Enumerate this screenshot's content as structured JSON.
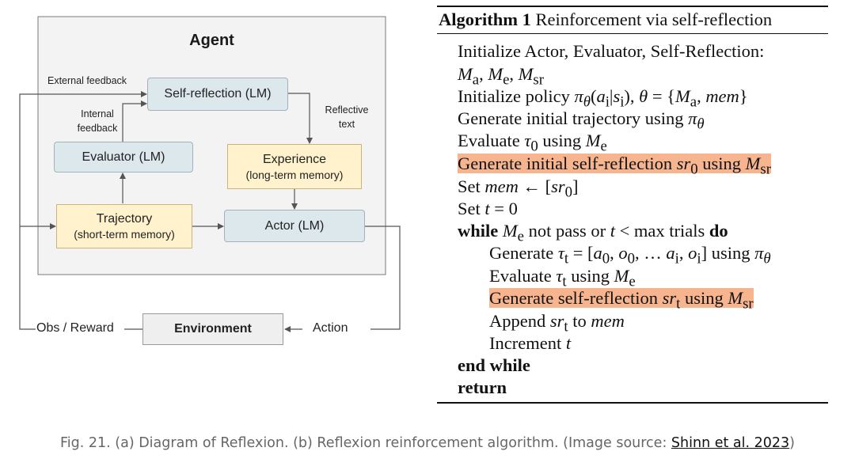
{
  "diagram": {
    "agent_title": "Agent",
    "self_reflection": "Self-reflection (LM)",
    "evaluator": "Evaluator (LM)",
    "experience": "Experience",
    "experience_sub": "(long-term memory)",
    "trajectory": "Trajectory",
    "trajectory_sub": "(short-term memory)",
    "actor": "Actor (LM)",
    "environment": "Environment",
    "external_feedback": "External feedback",
    "internal_feedback_1": "Internal",
    "internal_feedback_2": "feedback",
    "reflective_text_1": "Reflective",
    "reflective_text_2": "text",
    "obs_reward": "Obs / Reward",
    "action": "Action"
  },
  "algorithm": {
    "title_bold": "Algorithm 1",
    "title_rest": "Reinforcement via self-reflection",
    "l1": "Initialize Actor, Evaluator, Self-Reflection:",
    "l3a": "Initialize policy ",
    "l4a": "Generate initial trajectory using ",
    "l5a": "Evaluate ",
    "l5b": " using ",
    "l6a": "Generate initial self-reflection ",
    "l6b": " using ",
    "l7a": "Set ",
    "l8a": "Set ",
    "l9a": "while",
    "l9b": " not pass or ",
    "l9c": " < max trials ",
    "l9d": "do",
    "l10a": "Generate ",
    "l10b": " using ",
    "l11a": "Evaluate ",
    "l11b": " using ",
    "l12a": "Generate self-reflection ",
    "l12b": " using ",
    "l13a": "Append ",
    "l13b": " to ",
    "l14a": "Increment ",
    "l15": "end while",
    "l16": "return"
  },
  "caption": {
    "text": "Fig. 21. (a) Diagram of Reflexion. (b) Reflexion reinforcement algorithm. (Image source: ",
    "link": "Shinn et al. 2023",
    "end": ")"
  }
}
